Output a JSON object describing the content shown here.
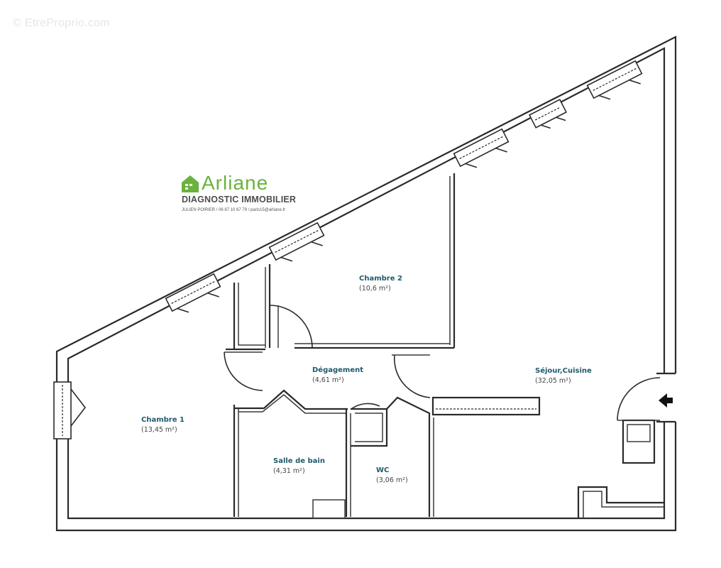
{
  "watermark": "© EtreProprio.com",
  "logo": {
    "name": "Arliane",
    "subtitle": "DIAGNOSTIC IMMOBILIER",
    "contact": "JULIEN POIRIER / 06 87 10 67 79 / paris15@arliane.fr",
    "color": "#69b33c"
  },
  "rooms": [
    {
      "name": "Chambre 2",
      "area": "(10,6 m²)"
    },
    {
      "name": "Dégagement",
      "area": "(4,61 m²)"
    },
    {
      "name": "Séjour,Cuisine",
      "area": "(32,05 m²)"
    },
    {
      "name": "Chambre 1",
      "area": "(13,45 m²)"
    },
    {
      "name": "Salle de bain",
      "area": "(4,31 m²)"
    },
    {
      "name": "WC",
      "area": "(3,06 m²)"
    }
  ],
  "entrance_icon": "arrow-left-icon",
  "colors": {
    "room_label": "#1f5a6b",
    "wall": "#2a2a2a"
  }
}
